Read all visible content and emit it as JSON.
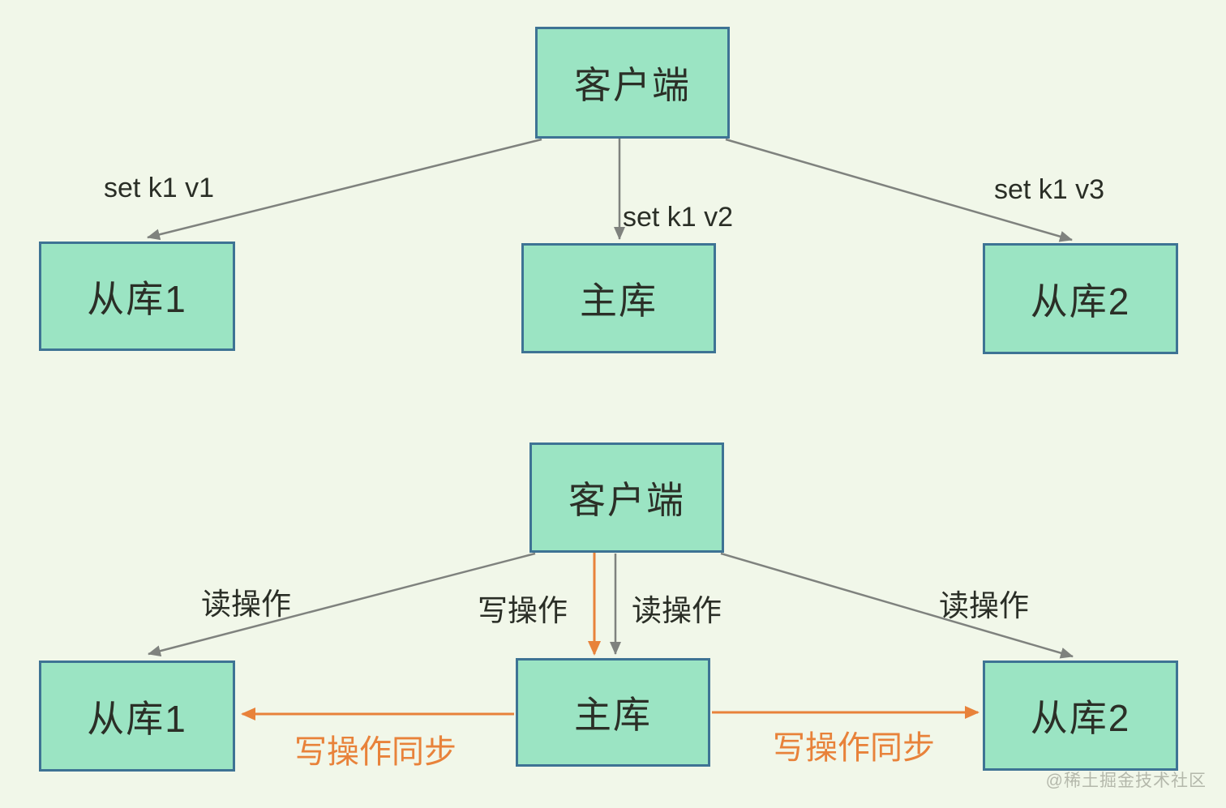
{
  "background": "#f1f7e9",
  "colors": {
    "node_fill": "#9be4c3",
    "node_border": "#3e7394",
    "arrow_gray": "#7f827e",
    "arrow_orange": "#e8823a",
    "label_text": "#2a2e26",
    "sync_label_text": "#e8823a",
    "watermark_text": "#b4b8ab"
  },
  "top_diagram": {
    "client": "客户端",
    "slave1": "从库1",
    "master": "主库",
    "slave2": "从库2",
    "edge_labels": {
      "to_slave1": "set k1 v1",
      "to_master": "set k1 v2",
      "to_slave2": "set k1 v3"
    }
  },
  "bottom_diagram": {
    "client": "客户端",
    "slave1": "从库1",
    "master": "主库",
    "slave2": "从库2",
    "edge_labels": {
      "read_to_slave1": "读操作",
      "write_to_master": "写操作",
      "read_to_master": "读操作",
      "read_to_slave2": "读操作",
      "sync_to_slave1": "写操作同步",
      "sync_to_slave2": "写操作同步"
    }
  },
  "watermark": "@稀土掘金技术社区"
}
